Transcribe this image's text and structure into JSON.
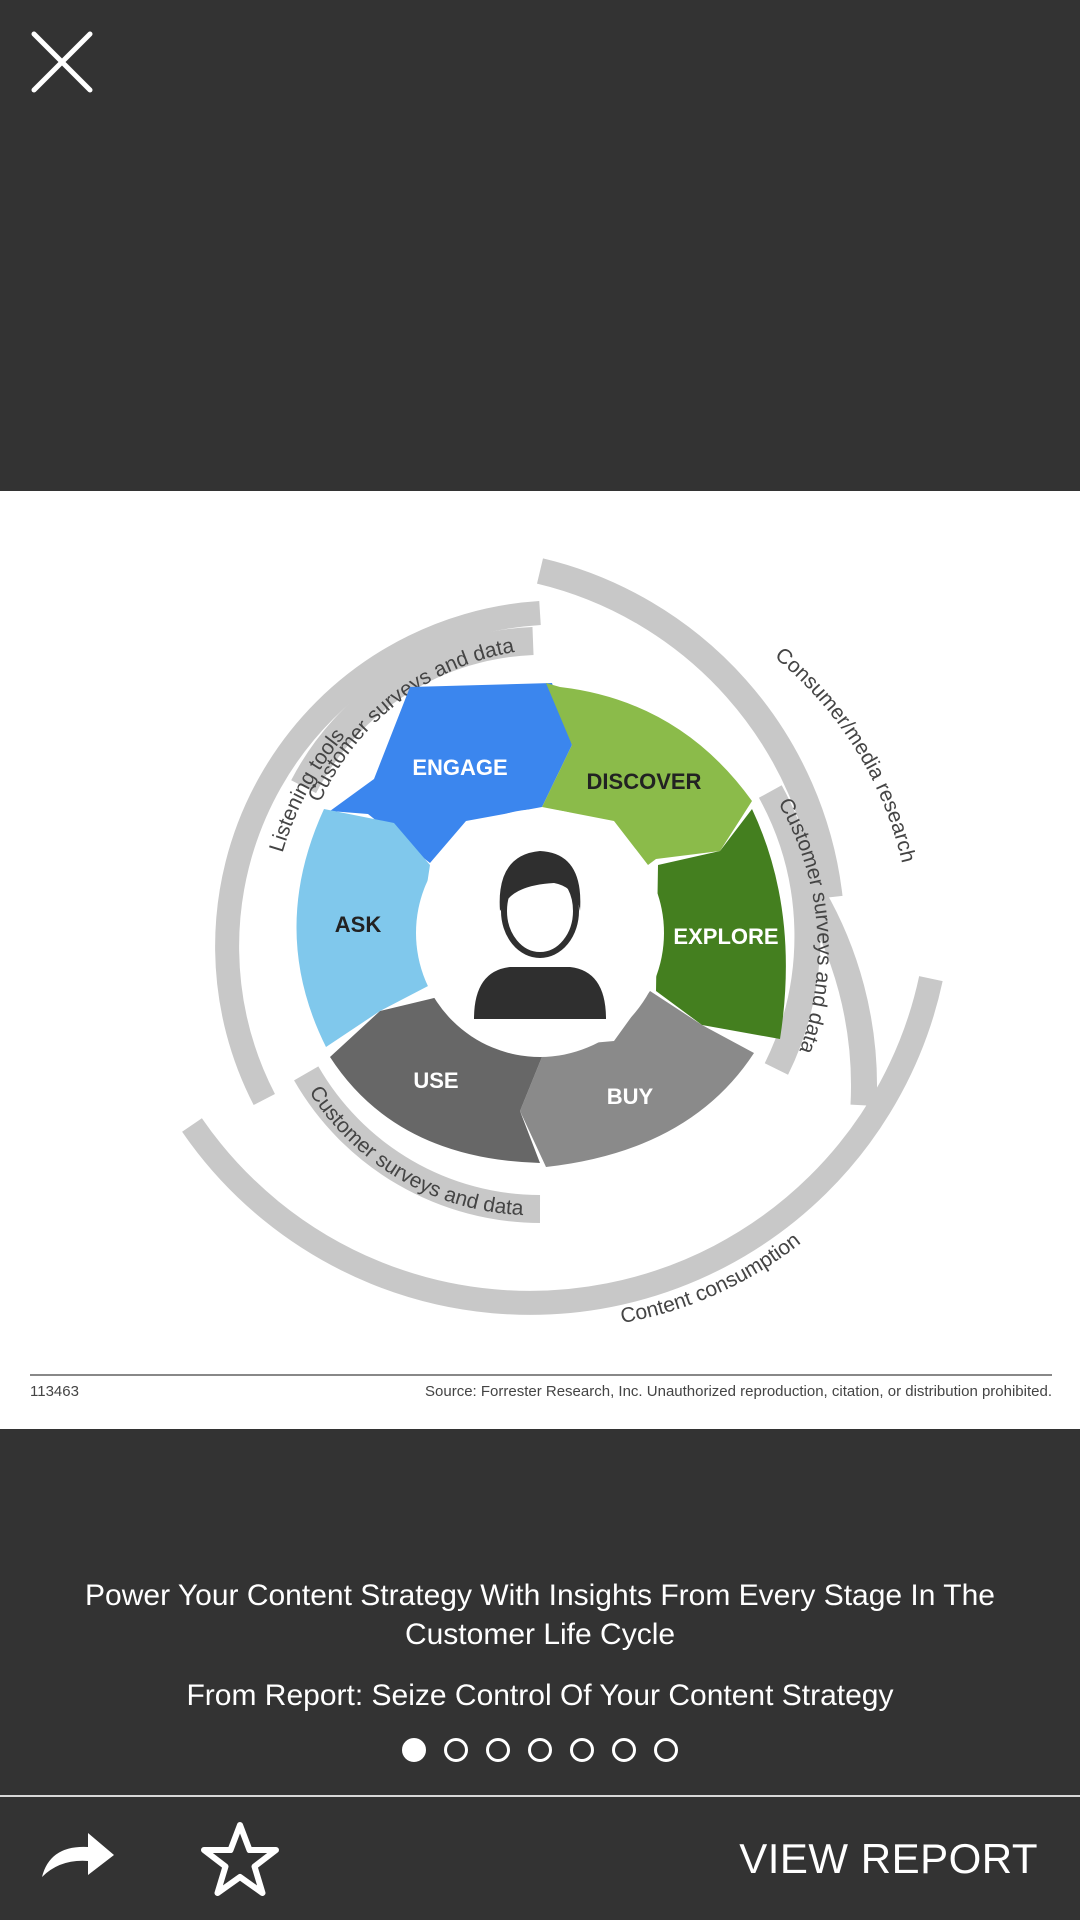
{
  "colors": {
    "background": "#333333",
    "engage": "#3b86ee",
    "discover": "#8bbb4a",
    "explore": "#447f1f",
    "buy": "#8a8a8a",
    "use": "#676767",
    "ask": "#80c8ec",
    "arc": "#c8c8c8"
  },
  "icons": {
    "close": "close-icon",
    "share": "share-arrow-icon",
    "favorite": "star-outline-icon",
    "person": "person-icon"
  },
  "figure": {
    "segments": {
      "engage": "ENGAGE",
      "discover": "DISCOVER",
      "explore": "EXPLORE",
      "buy": "BUY",
      "use": "USE",
      "ask": "ASK"
    },
    "arcs": {
      "listening_tools": "Listening tools",
      "surveys_top": "Customer surveys and data",
      "consumer_research": "Consumer/media research",
      "surveys_right": "Customer surveys and data",
      "surveys_bottom": "Customer surveys and data",
      "content_consumption": "Content consumption"
    },
    "figure_id": "113463",
    "source": "Source: Forrester Research, Inc. Unauthorized reproduction, citation, or distribution prohibited."
  },
  "caption": {
    "title": "Power Your Content Strategy With Insights From Every Stage In The Customer Life Cycle",
    "subtitle": "From Report: Seize Control Of Your Content Strategy"
  },
  "pager": {
    "total": 7,
    "current": 1
  },
  "actions": {
    "view_report": "VIEW REPORT"
  }
}
